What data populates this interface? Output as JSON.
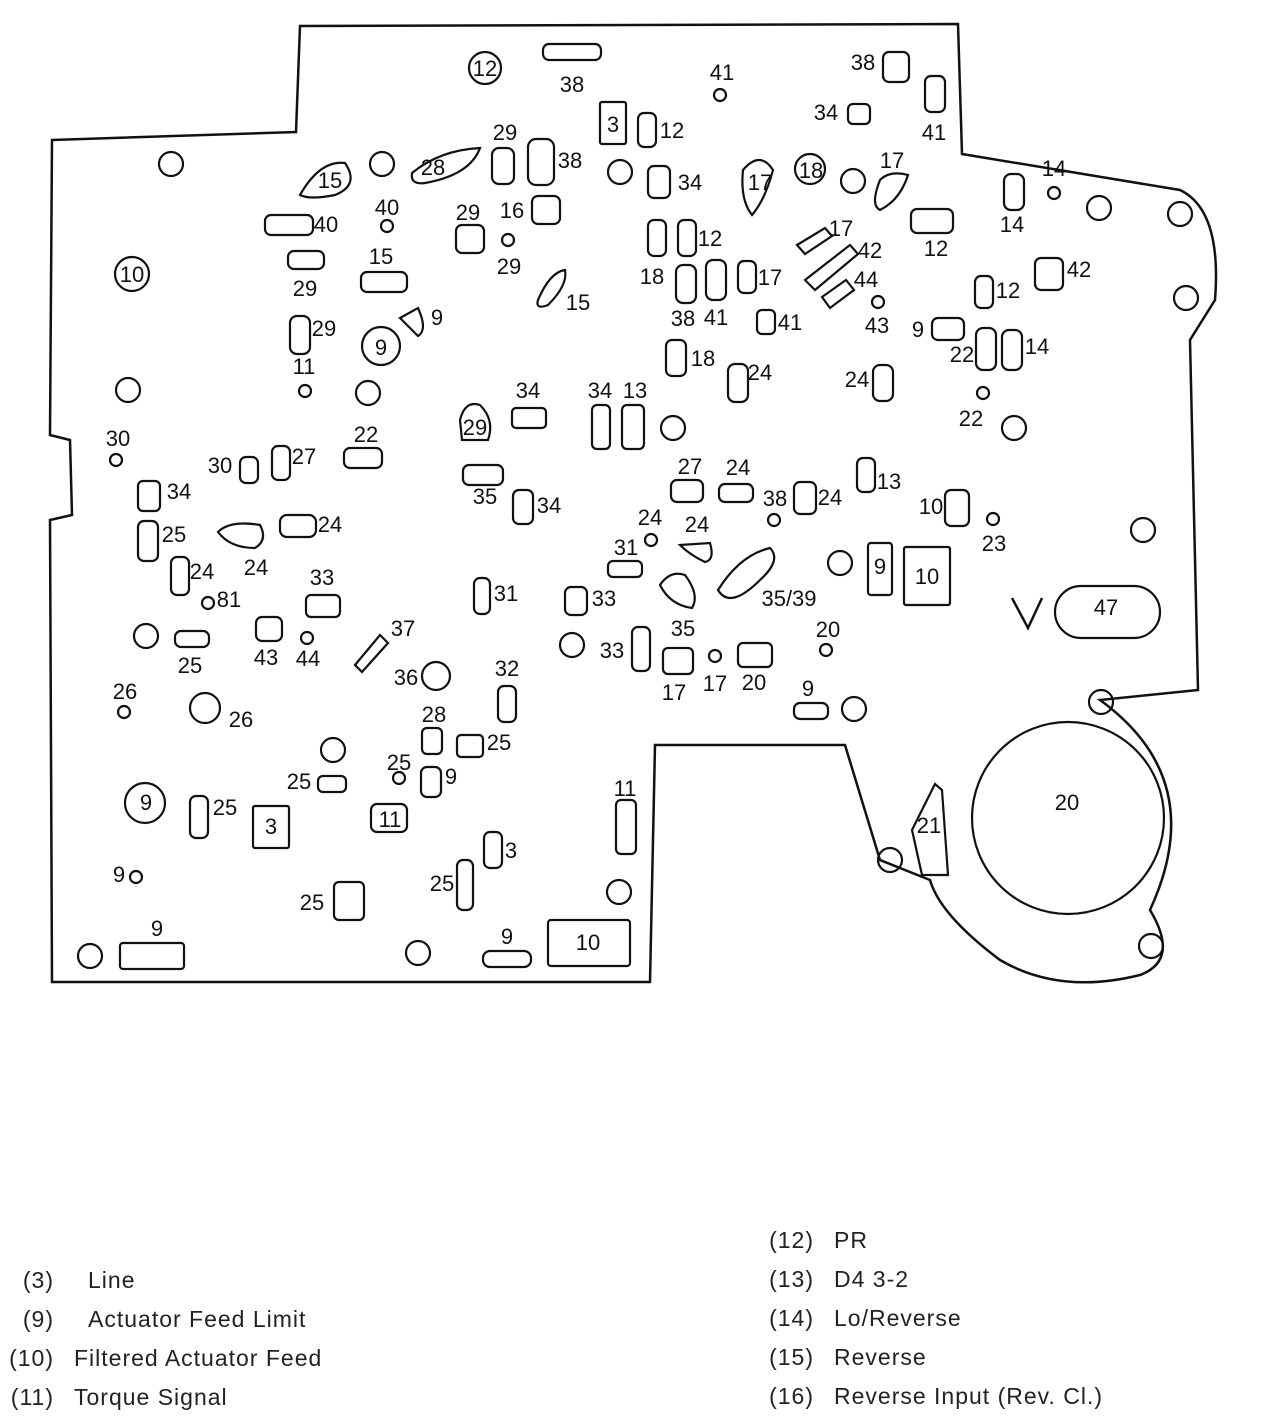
{
  "labels": [
    {
      "t": "38"
    },
    {
      "t": "12"
    },
    {
      "t": "41"
    },
    {
      "t": "38"
    },
    {
      "t": "34"
    },
    {
      "t": "41"
    },
    {
      "t": "3"
    },
    {
      "t": "12"
    },
    {
      "t": "29"
    },
    {
      "t": "38"
    },
    {
      "t": "28"
    },
    {
      "t": "15"
    },
    {
      "t": "34"
    },
    {
      "t": "17"
    },
    {
      "t": "18"
    },
    {
      "t": "17"
    },
    {
      "t": "14"
    },
    {
      "t": "14"
    },
    {
      "t": "40"
    },
    {
      "t": "40"
    },
    {
      "t": "29"
    },
    {
      "t": "16"
    },
    {
      "t": "12"
    },
    {
      "t": "12"
    },
    {
      "t": "10"
    },
    {
      "t": "29"
    },
    {
      "t": "29"
    },
    {
      "t": "15"
    },
    {
      "t": "17"
    },
    {
      "t": "42"
    },
    {
      "t": "42"
    },
    {
      "t": "44"
    },
    {
      "t": "18"
    },
    {
      "t": "17"
    },
    {
      "t": "15"
    },
    {
      "t": "12"
    },
    {
      "t": "9"
    },
    {
      "t": "29"
    },
    {
      "t": "38"
    },
    {
      "t": "41"
    },
    {
      "t": "41"
    },
    {
      "t": "43"
    },
    {
      "t": "9"
    },
    {
      "t": "9"
    },
    {
      "t": "22"
    },
    {
      "t": "14"
    },
    {
      "t": "11"
    },
    {
      "t": "18"
    },
    {
      "t": "24"
    },
    {
      "t": "24"
    },
    {
      "t": "34"
    },
    {
      "t": "34"
    },
    {
      "t": "13"
    },
    {
      "t": "22"
    },
    {
      "t": "30"
    },
    {
      "t": "29"
    },
    {
      "t": "22"
    },
    {
      "t": "30"
    },
    {
      "t": "27"
    },
    {
      "t": "27"
    },
    {
      "t": "24"
    },
    {
      "t": "13"
    },
    {
      "t": "34"
    },
    {
      "t": "35"
    },
    {
      "t": "38"
    },
    {
      "t": "24"
    },
    {
      "t": "34"
    },
    {
      "t": "10"
    },
    {
      "t": "25"
    },
    {
      "t": "24"
    },
    {
      "t": "24"
    },
    {
      "t": "24"
    },
    {
      "t": "23"
    },
    {
      "t": "24"
    },
    {
      "t": "31"
    },
    {
      "t": "24"
    },
    {
      "t": "9"
    },
    {
      "t": "10"
    },
    {
      "t": "81"
    },
    {
      "t": "33"
    },
    {
      "t": "31"
    },
    {
      "t": "33"
    },
    {
      "t": "35/39"
    },
    {
      "t": "47"
    },
    {
      "t": "37"
    },
    {
      "t": "25"
    },
    {
      "t": "43"
    },
    {
      "t": "44"
    },
    {
      "t": "35"
    },
    {
      "t": "20"
    },
    {
      "t": "36"
    },
    {
      "t": "32"
    },
    {
      "t": "33"
    },
    {
      "t": "17"
    },
    {
      "t": "17"
    },
    {
      "t": "20"
    },
    {
      "t": "26"
    },
    {
      "t": "26"
    },
    {
      "t": "28"
    },
    {
      "t": "25"
    },
    {
      "t": "9"
    },
    {
      "t": "25"
    },
    {
      "t": "25"
    },
    {
      "t": "9"
    },
    {
      "t": "9"
    },
    {
      "t": "25"
    },
    {
      "t": "3"
    },
    {
      "t": "11"
    },
    {
      "t": "11"
    },
    {
      "t": "20"
    },
    {
      "t": "21"
    },
    {
      "t": "3"
    },
    {
      "t": "9"
    },
    {
      "t": "25"
    },
    {
      "t": "25"
    },
    {
      "t": "9"
    },
    {
      "t": "9"
    },
    {
      "t": "10"
    }
  ],
  "legend": [
    {
      "num": "(3)",
      "label": "Line"
    },
    {
      "num": "(9)",
      "label": "Actuator Feed Limit"
    },
    {
      "num": "(10)",
      "label": "Filtered Actuator Feed"
    },
    {
      "num": "(11)",
      "label": "Torque Signal"
    },
    {
      "num": "(12)",
      "label": "PR"
    },
    {
      "num": "(13)",
      "label": "D4 3-2"
    },
    {
      "num": "(14)",
      "label": "Lo/Reverse"
    },
    {
      "num": "(15)",
      "label": "Reverse"
    },
    {
      "num": "(16)",
      "label": "Reverse Input (Rev. Cl.)"
    }
  ]
}
